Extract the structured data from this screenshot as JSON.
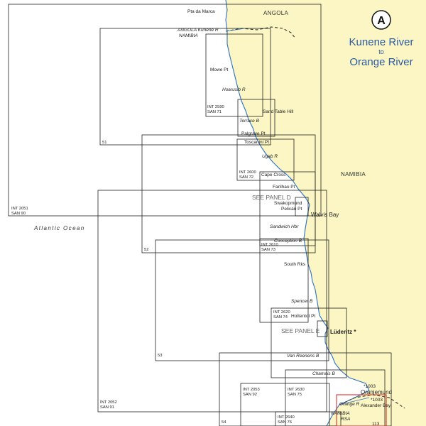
{
  "title": {
    "panel": "A",
    "line1": "Kunene River",
    "line2": "to",
    "line3": "Orange River"
  },
  "regions": {
    "angola": "ANGOLA",
    "namibia": "NAMIBIA",
    "ocean": "Atlantic Ocean"
  },
  "places": {
    "pta_da_marca": "Pta da Marca",
    "angola_kunene": "ANGOLA Kunene R",
    "namibia_border": "NAMIBIA",
    "mowe_pt": "Mowe Pt",
    "hoarusib": "Hoarusib R",
    "terrace_b": "Terrace B",
    "sand_table_hill": "Sand Table Hill",
    "palgrave_pt": "Palgrave Pt",
    "toscanini_pt": "Toscanini Pt",
    "ugab_r": "Ugab R",
    "cape_cross": "Cape Cross",
    "farilhao_pt": "Farilhao Pt",
    "see_panel_d": "SEE PANEL D",
    "swakopmund": "Swakopmund",
    "pelican_pt": "Pelican Pt",
    "walvis_bay": "Walvis Bay",
    "sandwich_hbr": "Sandwich Hbr",
    "conception_b": "Conception B",
    "south_rks": "South Rks",
    "spencer_b": "Spencer B",
    "hottentot_pt": "Hottentot Pt",
    "see_panel_e": "SEE PANEL E",
    "luderitz": "Lüderitz *",
    "van_reenens_b": "Van Reenens B",
    "chamais_b": "Chamais B",
    "light_1003_upper": "*1003",
    "oranjemund": "Oranjemund",
    "light_1003_lower": "*1003",
    "alexander_bay": "Alexander Bay",
    "orange_r": "Orange R",
    "namibia_south": "NAMIBIA",
    "rsa": "RSA",
    "chart_113": "113"
  },
  "charts": {
    "int_2051": {
      "int": "INT 2051",
      "san": "SAN 90"
    },
    "c51": "51",
    "int_2590": {
      "int": "INT 2590",
      "san": "SAN 71"
    },
    "int_2600": {
      "int": "INT 2600",
      "san": "SAN 72"
    },
    "c52": "52",
    "int_2610": {
      "int": "INT 2610",
      "san": "SAN 73"
    },
    "int_2620": {
      "int": "INT 2620",
      "san": "SAN 74"
    },
    "c53": "53",
    "int_2053": {
      "int": "INT 2053",
      "san": "SAN 92"
    },
    "int_2630": {
      "int": "INT 2630",
      "san": "SAN 75"
    },
    "int_2052": {
      "int": "INT 2052",
      "san": "SAN 91"
    },
    "c54": "54",
    "int_2640": {
      "int": "INT 2640",
      "san": "SAN 76"
    }
  },
  "colors": {
    "land": "#fbf6c3",
    "coastline": "#2b6fc7",
    "title": "#2a5aa0",
    "highlight_limit": "#d02020"
  }
}
